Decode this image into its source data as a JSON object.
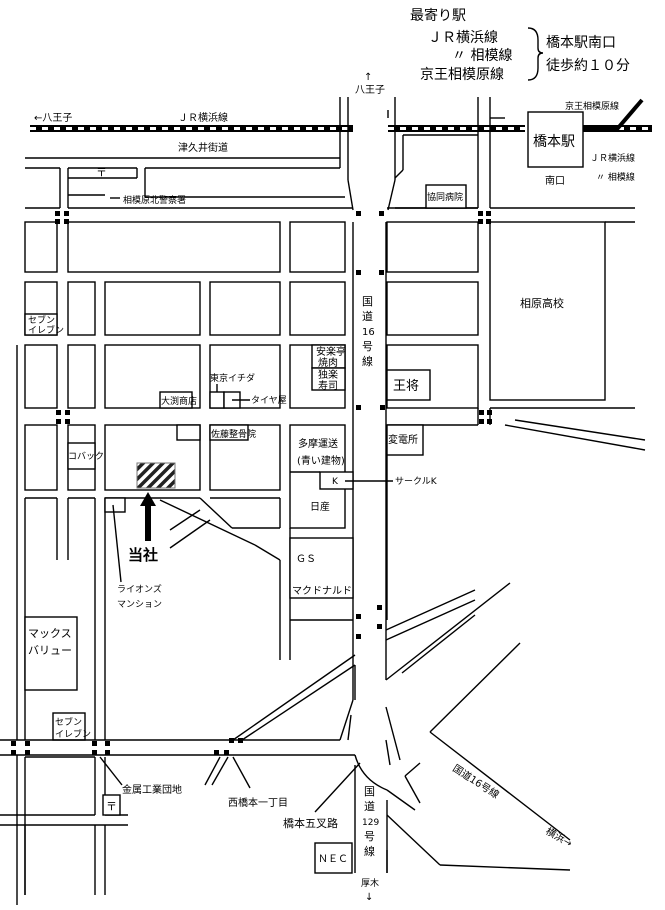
{
  "header": {
    "nearest_station_title": "最寄り駅",
    "lines": [
      "ＪＲ横浜線",
      "〃 相模線",
      "京王相模原線"
    ],
    "station_exit": "橋本駅南口",
    "walk_time": "徒歩約１０分"
  },
  "directions": {
    "north": "↑\n八王子",
    "north_up": "↑",
    "north_label": "八王子",
    "west": "←八王子",
    "south_label": "厚木",
    "south_arrow": "↓",
    "yokohama": "横浜→"
  },
  "rail": {
    "jr_yokohama_line": "ＪＲ横浜線",
    "keio_line": "京王相模原線",
    "jr_yokohama_right": "ＪＲ横浜線",
    "sagami_line": "〃 相模線",
    "station": "橋本駅",
    "south_exit": "南口"
  },
  "roads": {
    "tsukui": "津久井街道",
    "route16": [
      "国",
      "道",
      "16",
      "号",
      "線"
    ],
    "route129": [
      "国",
      "道",
      "129",
      "号",
      "線"
    ],
    "route16_diag": "国道16号線"
  },
  "places": {
    "post_office_top": "〒",
    "police": "相模原北警察署",
    "hospital": "協同病院",
    "aihara_school": "相原高校",
    "seven_top": [
      "セブン",
      "イレブン"
    ],
    "anrakutei": [
      "安楽亭",
      "焼肉"
    ],
    "dokuraku": [
      "独楽",
      "寿司"
    ],
    "ohsho": "王将",
    "tokyo_ichida": "東京イチダ",
    "ofuchi": "大渕商店",
    "tire": "タイヤ屋",
    "sato": "佐藤整骨院",
    "kobac": "コバック",
    "tama_unso": [
      "多摩運送",
      "(青い建物)"
    ],
    "circle_k_box": "K",
    "circle_k": "サークルK",
    "hensho": "変電所",
    "nissan": "日産",
    "company": "当社",
    "lions": [
      "ライオンズ",
      "マンション"
    ],
    "gs": "ＧＳ",
    "mcdonalds": "マクドナルド",
    "maxvalu": [
      "マックス",
      "バリュー"
    ],
    "seven_bottom": [
      "セブン",
      "イレブン"
    ],
    "kinzoku": "金属工業団地",
    "nishihashimoto": "西橋本一丁目",
    "gosaro": "橋本五叉路",
    "post_office_bottom": "〒",
    "nec": "ＮＥＣ"
  }
}
